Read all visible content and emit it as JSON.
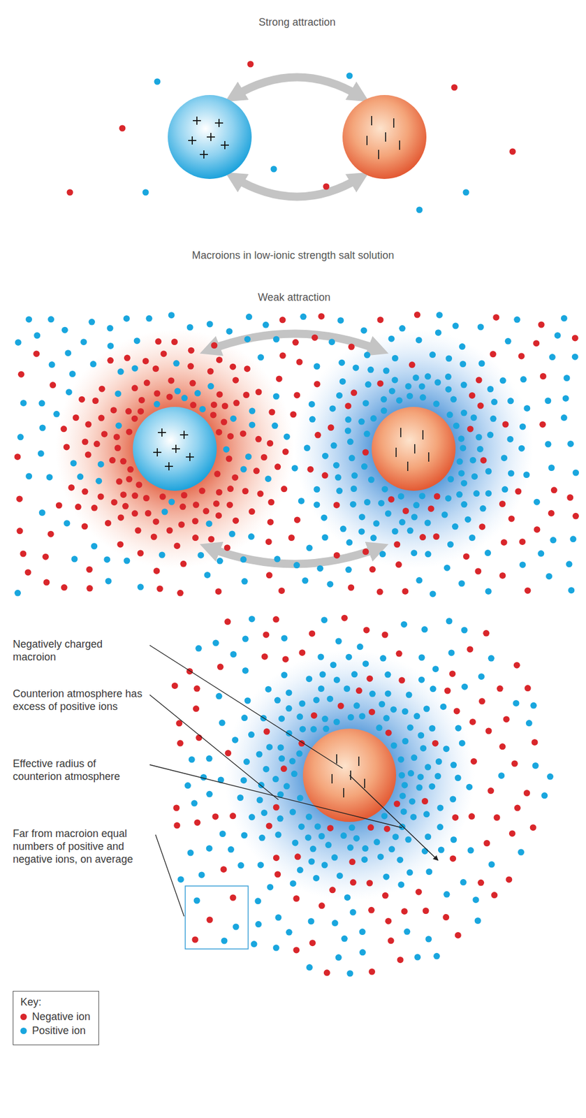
{
  "diagram": {
    "labels": [
      "Strong attraction",
      "Macroions in low-ionic strength salt solution",
      "Weak attraction",
      "Negatively charged macroion",
      "Counterion atmosphere has excess of positive ions",
      "Effective radius of counterion atmosphere",
      "Far from macroion equal numbers of positive and negative ions, on average",
      "Key:"
    ],
    "legend": [
      {
        "text": "Negative ion",
        "color": "#d9262b"
      },
      {
        "text": "Positive ion",
        "color": "#19a6de"
      }
    ]
  }
}
